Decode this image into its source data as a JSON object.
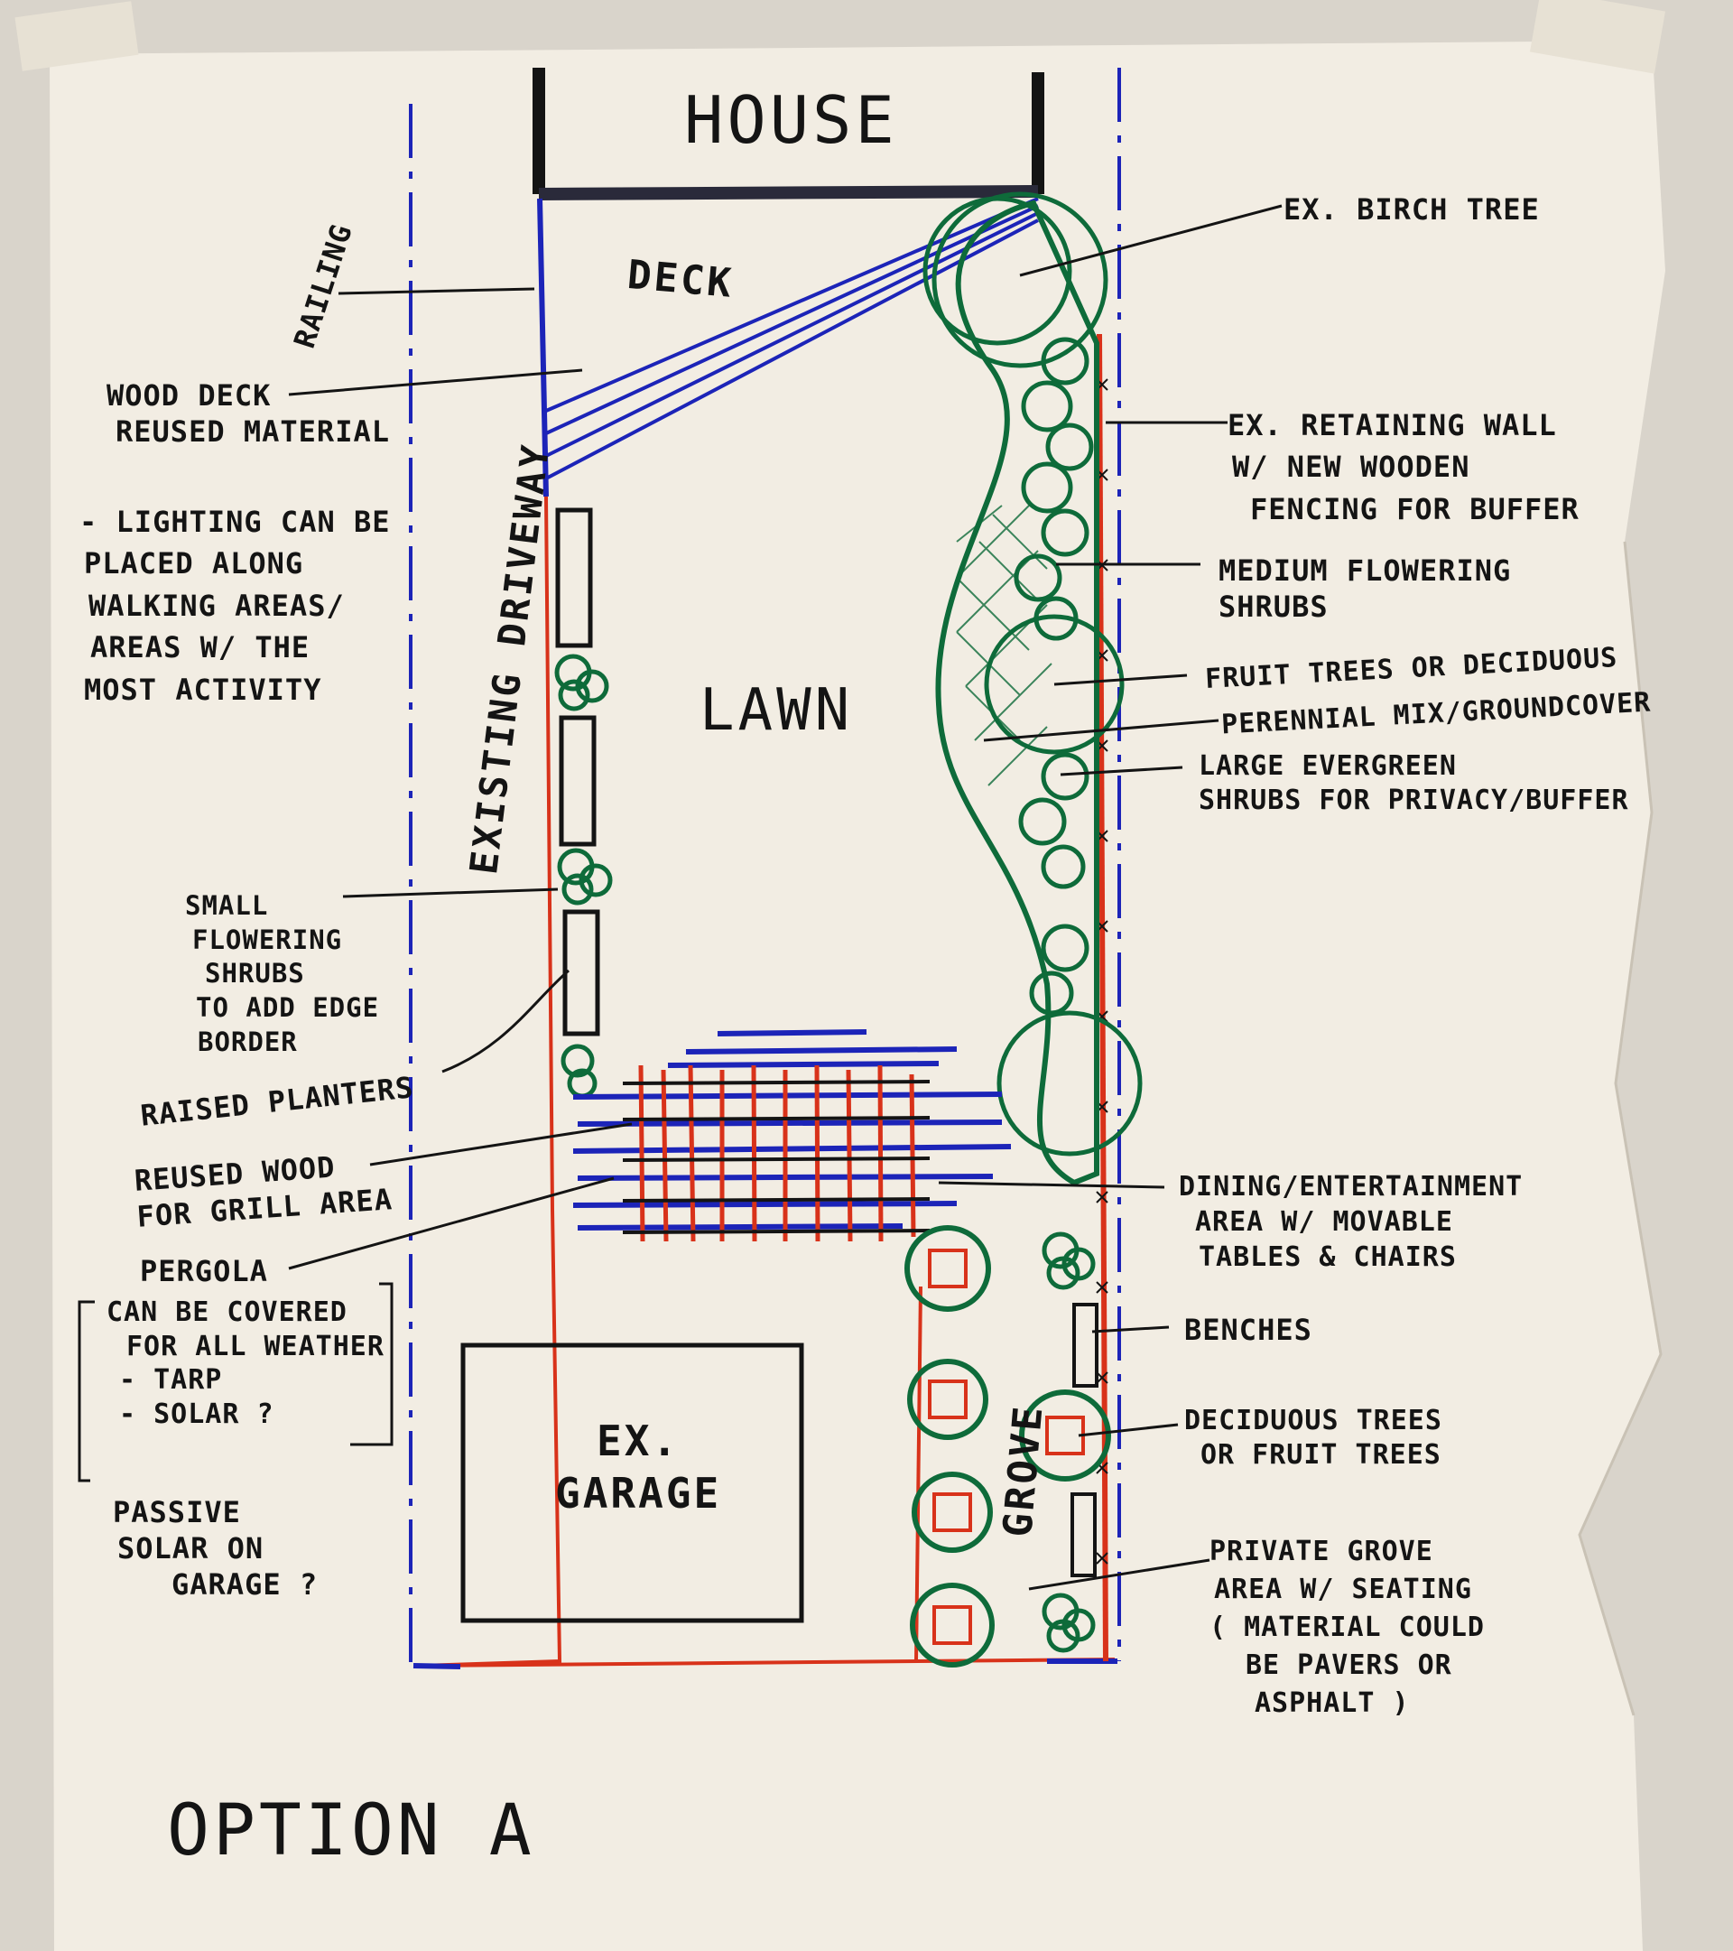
{
  "sketch": {
    "title": "OPTION A",
    "house": "HOUSE",
    "deck": "DECK",
    "lawn": "LAWN",
    "railing": "RAILING",
    "driveway": "EXISTING DRIVEWAY",
    "garage": [
      "EX.",
      "GARAGE"
    ],
    "grove": "GROVE"
  },
  "left_notes": {
    "wood_deck": [
      "WOOD DECK",
      "REUSED MATERIAL"
    ],
    "lighting": [
      "- LIGHTING CAN BE",
      "PLACED ALONG",
      "WALKING AREAS/",
      "AREAS W/ THE",
      "MOST ACTIVITY"
    ],
    "small_shrubs": [
      "SMALL",
      "FLOWERING",
      "SHRUBS",
      "TO ADD EDGE",
      "BORDER"
    ],
    "raised_planters": "RAISED PLANTERS",
    "reused_wood": [
      "REUSED WOOD",
      "FOR GRILL AREA"
    ],
    "pergola": "PERGOLA",
    "covered": [
      "CAN BE COVERED",
      "FOR ALL WEATHER",
      "- TARP",
      "- SOLAR ?"
    ],
    "passive_solar": [
      "PASSIVE",
      "SOLAR ON",
      "GARAGE ?"
    ]
  },
  "right_notes": {
    "birch": "EX. BIRCH TREE",
    "retaining_wall": [
      "EX. RETAINING WALL",
      "W/ NEW WOODEN",
      "FENCING FOR BUFFER"
    ],
    "medium_shrubs": [
      "MEDIUM FLOWERING",
      "SHRUBS"
    ],
    "fruit_trees": "FRUIT TREES OR DECIDUOUS",
    "perennial": "PERENNIAL MIX/GROUNDCOVER",
    "evergreen": [
      "LARGE EVERGREEN",
      "SHRUBS FOR PRIVACY/BUFFER"
    ],
    "dining": [
      "DINING/ENTERTAINMENT",
      "AREA W/ MOVABLE",
      "TABLES & CHAIRS"
    ],
    "benches": "BENCHES",
    "deciduous": [
      "DECIDUOUS TREES",
      "OR FRUIT TREES"
    ],
    "private_grove": [
      "PRIVATE GROVE",
      "AREA W/ SEATING",
      "( MATERIAL COULD",
      "BE PAVERS OR",
      "ASPHALT )"
    ]
  },
  "colors": {
    "paper": "#f2ede3",
    "ink": "#141414",
    "blue": "#1c24b8",
    "red": "#d8321a",
    "green": "#0e6b3a",
    "wall": "#d9d4cb"
  }
}
